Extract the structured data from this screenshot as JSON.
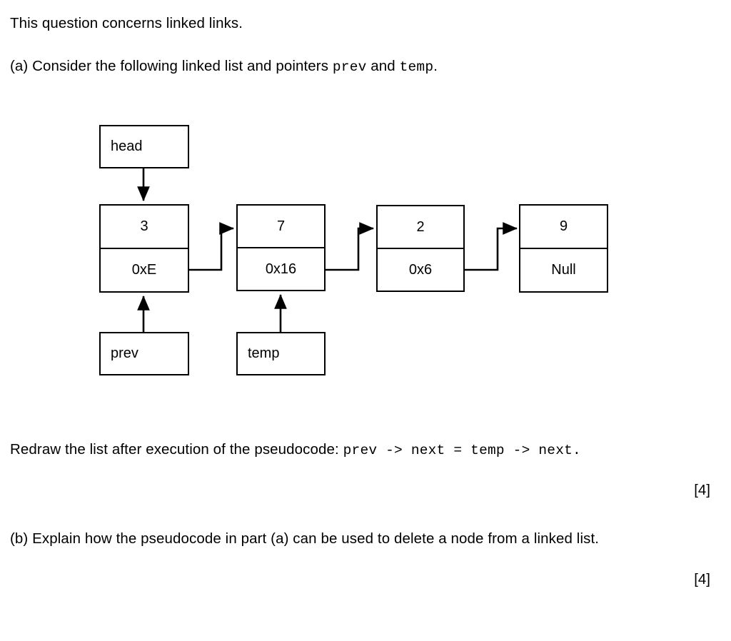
{
  "document": {
    "intro": "This question concerns linked links.",
    "part_a": {
      "label_text": "(a) Consider the following linked list and pointers ",
      "code_1": "prev",
      "between": " and ",
      "code_2": "temp",
      "trailing": "."
    },
    "redraw": {
      "lead": "Redraw the list after execution of the pseudocode: ",
      "code": "prev -> next = temp -> next",
      "period": ".",
      "marks": "[4]"
    },
    "part_b": {
      "text": "(b) Explain how the pseudocode in part (a) can be used to delete a node from a linked list.",
      "marks": "[4]"
    }
  },
  "diagram": {
    "head_label": "head",
    "prev_label": "prev",
    "temp_label": "temp",
    "nodes": [
      {
        "data": "3",
        "next": "0xE"
      },
      {
        "data": "7",
        "next": "0x16"
      },
      {
        "data": "2",
        "next": "0x6"
      },
      {
        "data": "9",
        "next": "Null"
      }
    ],
    "stroke_color": "#000000",
    "fill_color": "#ffffff"
  }
}
